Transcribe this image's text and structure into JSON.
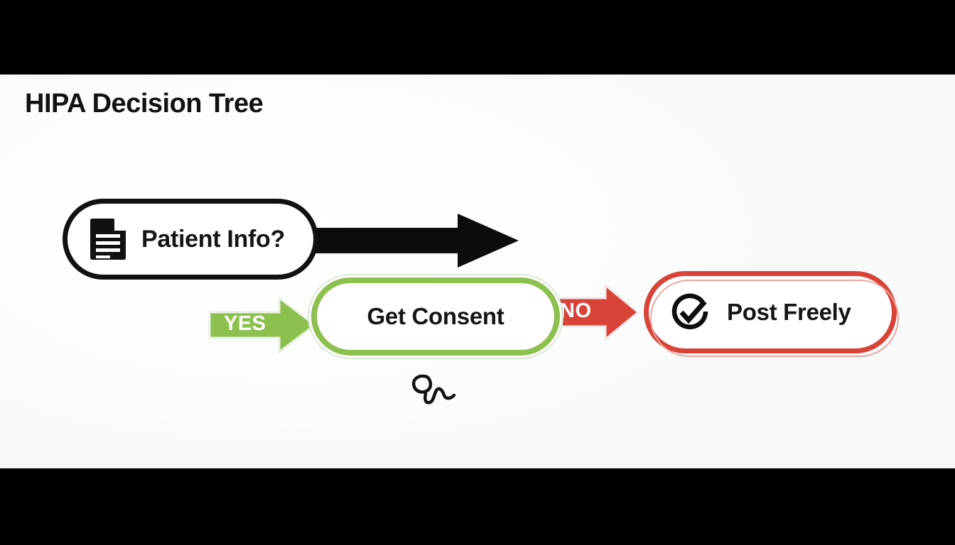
{
  "page": {
    "title": "HIPA Decision Tree",
    "background": "#fdfdfd",
    "letterbox_color": "#000000"
  },
  "diagram": {
    "type": "decision-tree",
    "nodes": [
      {
        "id": "patient-info",
        "label": "Patient Info?",
        "icon": "document-icon",
        "role": "decision",
        "border_color": "#111111",
        "fill": "#ffffff",
        "text_color": "#151515"
      },
      {
        "id": "get-consent",
        "label": "Get Consent",
        "icon": null,
        "role": "action",
        "border_color": "#8cc04f",
        "fill": "#ffffff",
        "text_color": "#151515"
      },
      {
        "id": "post-freely",
        "label": "Post Freely",
        "icon": "check-circle-icon",
        "role": "outcome",
        "border_color": "#d94337",
        "fill": "#ffffff",
        "text_color": "#151515"
      }
    ],
    "edges": [
      {
        "id": "edge-main",
        "from": "patient-info",
        "to": "post-freely",
        "label": "",
        "color": "#0c0c0c",
        "style": "thick-block-arrow"
      },
      {
        "id": "edge-no",
        "from": "patient-info",
        "to": "post-freely",
        "label": "NO",
        "color": "#d94337",
        "label_color": "#ffffff",
        "style": "block-arrow"
      },
      {
        "id": "edge-yes",
        "from": "patient-info",
        "to": "get-consent",
        "label": "YES",
        "color": "#8cc04f",
        "label_color": "#fbfdf7",
        "style": "block-arrow"
      }
    ],
    "annotations": [
      {
        "id": "signature-squiggle",
        "type": "handwritten-signature",
        "color": "#111111",
        "near": "get-consent"
      }
    ]
  },
  "colors": {
    "green": "#8cc04f",
    "red": "#d94337",
    "black": "#111111",
    "white": "#ffffff",
    "red_halo": "#e8a59c",
    "green_halo": "#d7ead0"
  }
}
